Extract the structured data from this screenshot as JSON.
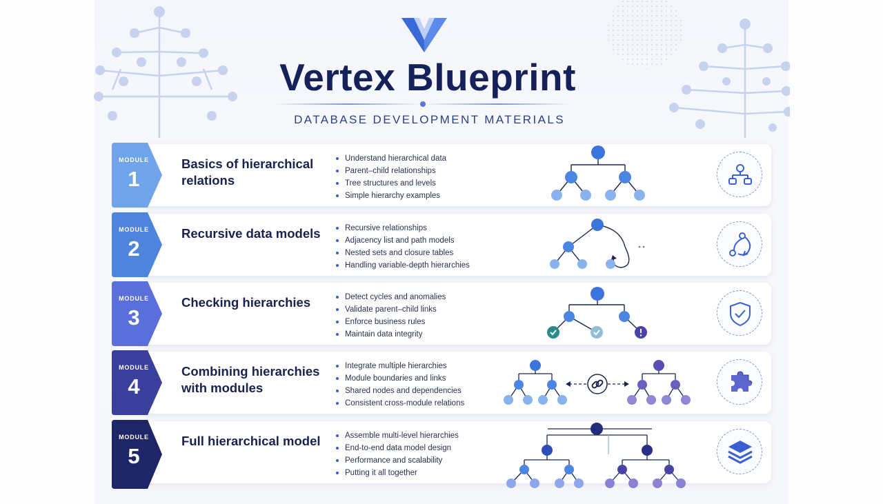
{
  "header": {
    "title": "Vertex Blueprint",
    "subtitle": "DATABASE DEVELOPMENT MATERIALS",
    "logo_icon": "v-logo-icon",
    "colors": {
      "title": "#16205a",
      "accent": "#3d6ad6"
    }
  },
  "modules": [
    {
      "label": "MODULE",
      "number": "1",
      "title": "Basics of hierarchical relations",
      "bullets": [
        "Understand hierarchical data",
        "Parent–child relationships",
        "Tree structures and levels",
        "Simple hierarchy examples"
      ],
      "diagram": "simple-tree",
      "icon": "hierarchy-icon",
      "color": "#6fa3ea"
    },
    {
      "label": "MODULE",
      "number": "2",
      "title": "Recursive data models",
      "bullets": [
        "Recursive relationships",
        "Adjacency list and path models",
        "Nested sets and closure tables",
        "Handling variable-depth hierarchies"
      ],
      "diagram": "recursive-tree",
      "icon": "recursion-icon",
      "color": "#4f84dc"
    },
    {
      "label": "MODULE",
      "number": "3",
      "title": "Checking hierarchies",
      "bullets": [
        "Detect cycles and anomalies",
        "Validate parent–child links",
        "Enforce business rules",
        "Maintain data integrity"
      ],
      "diagram": "validation-tree",
      "icon": "shield-check-icon",
      "color": "#5a6fd9"
    },
    {
      "label": "MODULE",
      "number": "4",
      "title": "Combining hierarchies with modules",
      "bullets": [
        "Integrate multiple hierarchies",
        "Module boundaries and links",
        "Shared nodes and dependencies",
        "Consistent cross-module relations"
      ],
      "diagram": "linked-trees",
      "icon": "puzzle-icon",
      "color": "#3b3f9c"
    },
    {
      "label": "MODULE",
      "number": "5",
      "title": "Full hierarchical model",
      "bullets": [
        "Assemble multi-level hierarchies",
        "End-to-end data model design",
        "Performance and scalability",
        "Putting it all together"
      ],
      "diagram": "full-tree",
      "icon": "layers-icon",
      "color": "#1f2668"
    }
  ]
}
